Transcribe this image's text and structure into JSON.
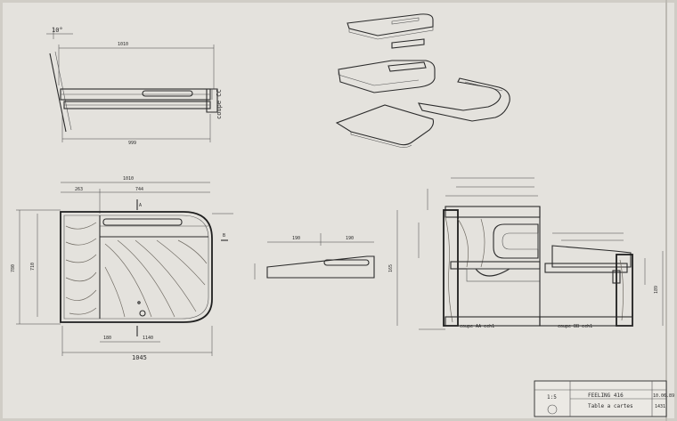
{
  "drawing": {
    "dims": {
      "angle": "10°",
      "top_1010": "1010",
      "top_999": "999",
      "plan_1010": "1010",
      "plan_263": "263",
      "plan_744": "744",
      "plan_1045": "1045",
      "plan_710": "710",
      "plan_180": "180",
      "plan_1140": "1140",
      "vert_780": "780",
      "sec_190a": "190",
      "sec_190b": "190",
      "sec_165": "165",
      "sec_189": "189"
    },
    "labels": {
      "coupe_cc": "coupe CC",
      "coupe_aa": "coupe AA ech1",
      "coupe_bb": "coupe BB ech1",
      "mark_a": "A",
      "mark_b": "B"
    }
  },
  "title_block": {
    "scale": "1:5",
    "product": "FEELING 416",
    "subtitle": "Table a cartes",
    "date": "10.06.89",
    "number": "1431"
  }
}
